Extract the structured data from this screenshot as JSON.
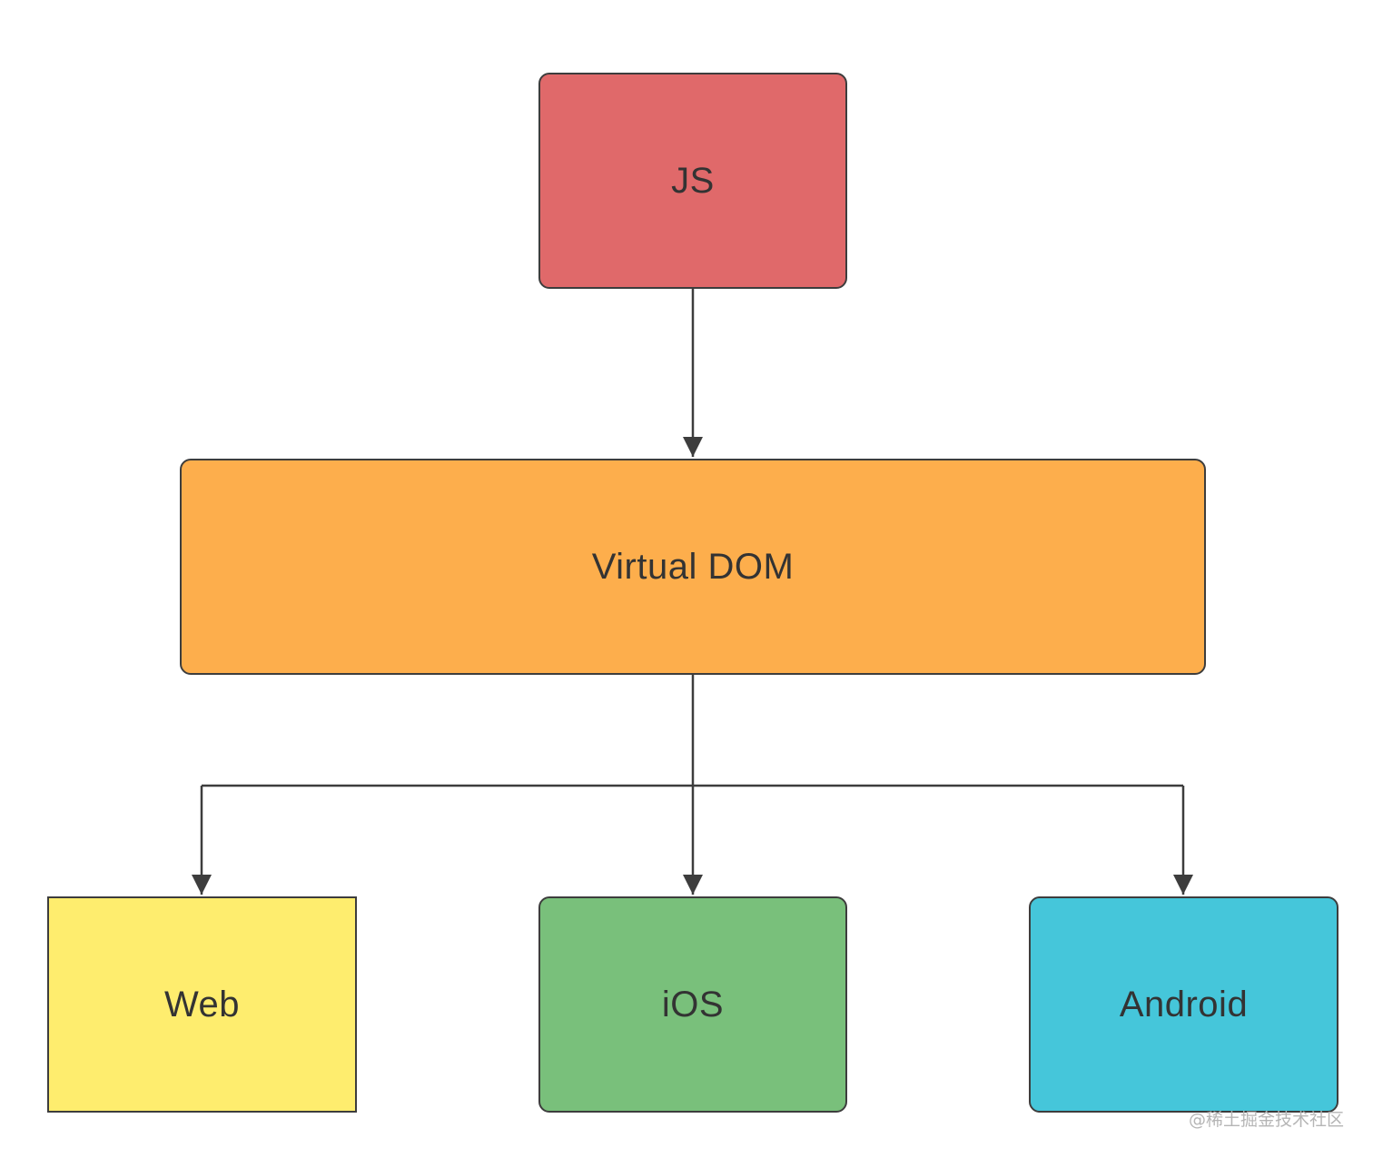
{
  "diagram": {
    "nodes": {
      "js": {
        "label": "JS",
        "color": "#e0696a"
      },
      "virtual_dom": {
        "label": "Virtual DOM",
        "color": "#fdae4c"
      },
      "web": {
        "label": "Web",
        "color": "#feed6e"
      },
      "ios": {
        "label": "iOS",
        "color": "#79c07b"
      },
      "android": {
        "label": "Android",
        "color": "#45c6da"
      }
    },
    "edges": [
      {
        "from": "js",
        "to": "virtual_dom"
      },
      {
        "from": "virtual_dom",
        "to": "web"
      },
      {
        "from": "virtual_dom",
        "to": "ios"
      },
      {
        "from": "virtual_dom",
        "to": "android"
      }
    ],
    "line_color": "#3d3d3d"
  },
  "watermark": "@稀土掘金技术社区"
}
